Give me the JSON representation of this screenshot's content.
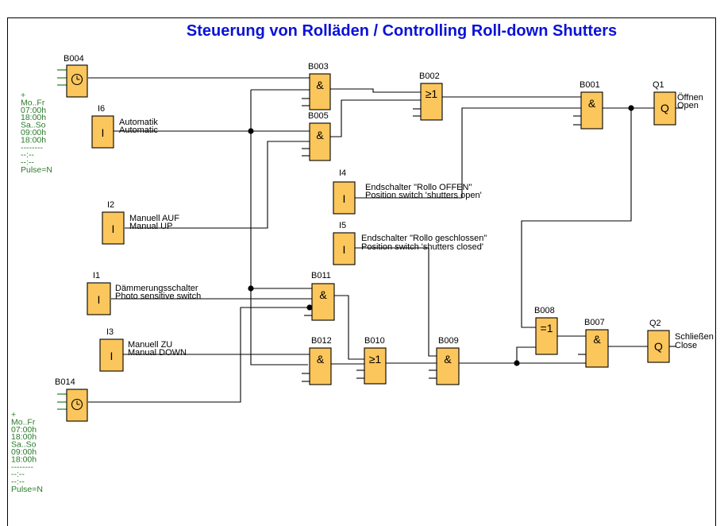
{
  "title": "Steuerung von Rolläden / Controlling Roll-down Shutters",
  "blocks": {
    "B004": {
      "label": "B004"
    },
    "B014": {
      "label": "B014"
    },
    "B003": {
      "label": "B003",
      "symbol": "&"
    },
    "B005": {
      "label": "B005",
      "symbol": "&"
    },
    "B002": {
      "label": "B002",
      "symbol": "≥1"
    },
    "B001": {
      "label": "B001",
      "symbol": "&"
    },
    "B011": {
      "label": "B011",
      "symbol": "&"
    },
    "B012": {
      "label": "B012",
      "symbol": "&"
    },
    "B010": {
      "label": "B010",
      "symbol": "≥1"
    },
    "B009": {
      "label": "B009",
      "symbol": "&"
    },
    "B008": {
      "label": "B008",
      "symbol": "=1"
    },
    "B007": {
      "label": "B007",
      "symbol": "&"
    }
  },
  "inputs": {
    "I6": {
      "label": "I6",
      "symbol": "I",
      "desc1": "Automatik",
      "desc2": "Automatic"
    },
    "I2": {
      "label": "I2",
      "symbol": "I",
      "desc1": "Manuell AUF",
      "desc2": "Manual UP"
    },
    "I1": {
      "label": "I1",
      "symbol": "I",
      "desc1": "Dämmerungsschalter",
      "desc2": "Photo sensitive switch"
    },
    "I3": {
      "label": "I3",
      "symbol": "I",
      "desc1": "Manuell ZU",
      "desc2": "Manual DOWN"
    },
    "I4": {
      "label": "I4",
      "symbol": "I",
      "desc1": "Endschalter \"Rollo OFFEN\"",
      "desc2": "Position switch 'shutters open'"
    },
    "I5": {
      "label": "I5",
      "symbol": "I",
      "desc1": "Endschalter \"Rollo geschlossen\"",
      "desc2": "Position switch 'shutters closed'"
    }
  },
  "outputs": {
    "Q1": {
      "label": "Q1",
      "symbol": "Q",
      "desc1": "Öffnen",
      "desc2": "Open"
    },
    "Q2": {
      "label": "Q2",
      "symbol": "Q",
      "desc1": "Schließen",
      "desc2": "Close"
    }
  },
  "timer_params": {
    "B004": [
      "+",
      "Mo..Fr",
      "07:00h",
      "18:00h",
      "Sa..So",
      "09:00h",
      "18:00h",
      "--------",
      "--:--",
      "--:--",
      "Pulse=N"
    ],
    "B014": [
      "+",
      "Mo..Fr",
      "07:00h",
      "18:00h",
      "Sa..So",
      "09:00h",
      "18:00h",
      "--------",
      "--:--",
      "--:--",
      "Pulse=N"
    ]
  },
  "colors": {
    "block_fill": "#fbc65c",
    "title": "#0a12d6",
    "param_text": "#2a7a2a"
  }
}
